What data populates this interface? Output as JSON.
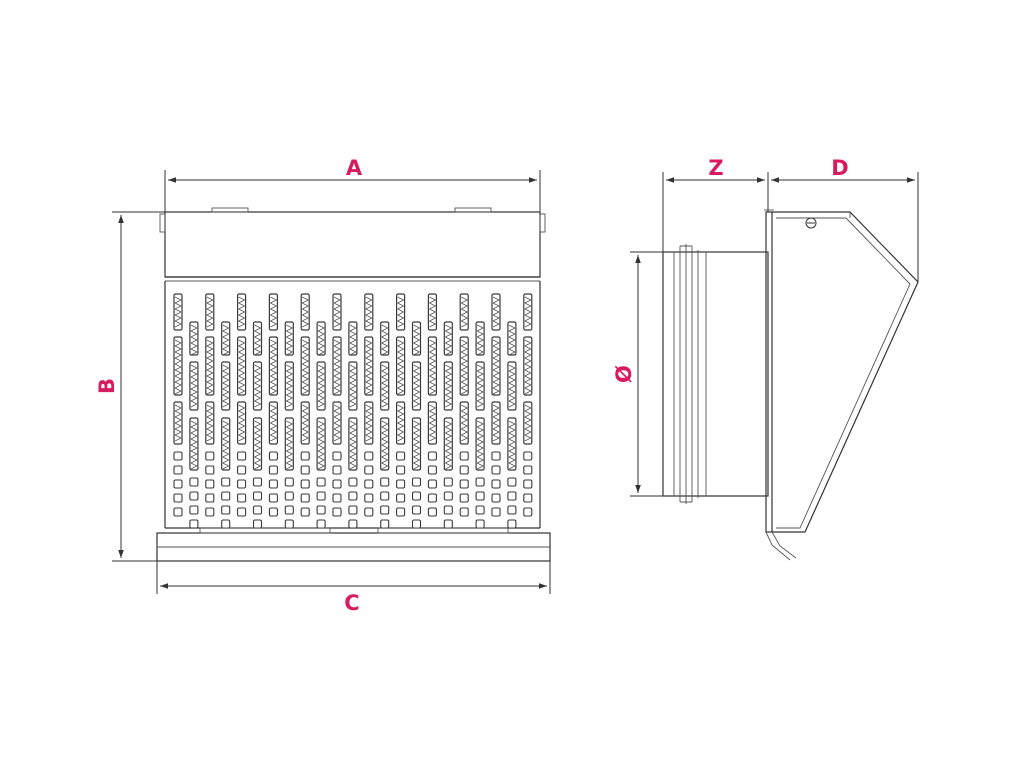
{
  "labels": {
    "a": "A",
    "b": "B",
    "c": "C",
    "z": "Z",
    "d": "D",
    "diameter": "Ø"
  },
  "colors": {
    "label": "#d81b60",
    "line": "#333333",
    "background": "#ffffff"
  }
}
